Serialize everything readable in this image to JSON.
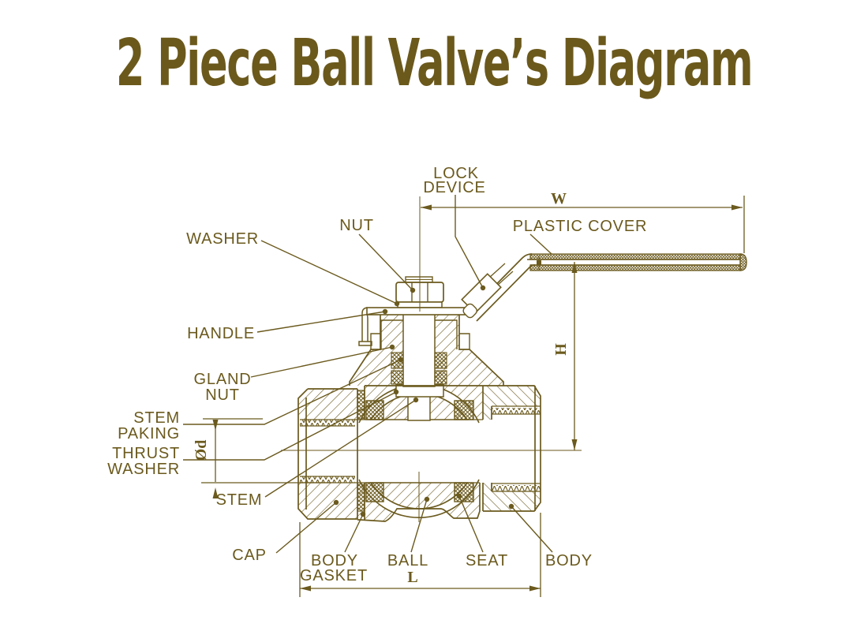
{
  "title": "2 Piece Ball Valve’s Diagram",
  "colors": {
    "ink": "#6b5a1e",
    "title_ink": "#6b591c",
    "background": "#ffffff"
  },
  "part_labels": {
    "washer": "WASHER",
    "nut": "NUT",
    "lock_device": [
      "LOCK",
      "DEVICE"
    ],
    "plastic_cover": "PLASTIC COVER",
    "handle": "HANDLE",
    "gland_nut": [
      "GLAND",
      "NUT"
    ],
    "stem_paking": [
      "STEM",
      "PAKING"
    ],
    "thrust_washer": [
      "THRUST",
      "WASHER"
    ],
    "stem": "STEM",
    "cap": "CAP",
    "body_gasket": [
      "BODY",
      "GASKET"
    ],
    "ball": "BALL",
    "seat": "SEAT",
    "body": "BODY"
  },
  "dimension_labels": {
    "handle_width": "W",
    "height": "H",
    "bore_diameter": "Ød",
    "face_to_face": "L"
  }
}
